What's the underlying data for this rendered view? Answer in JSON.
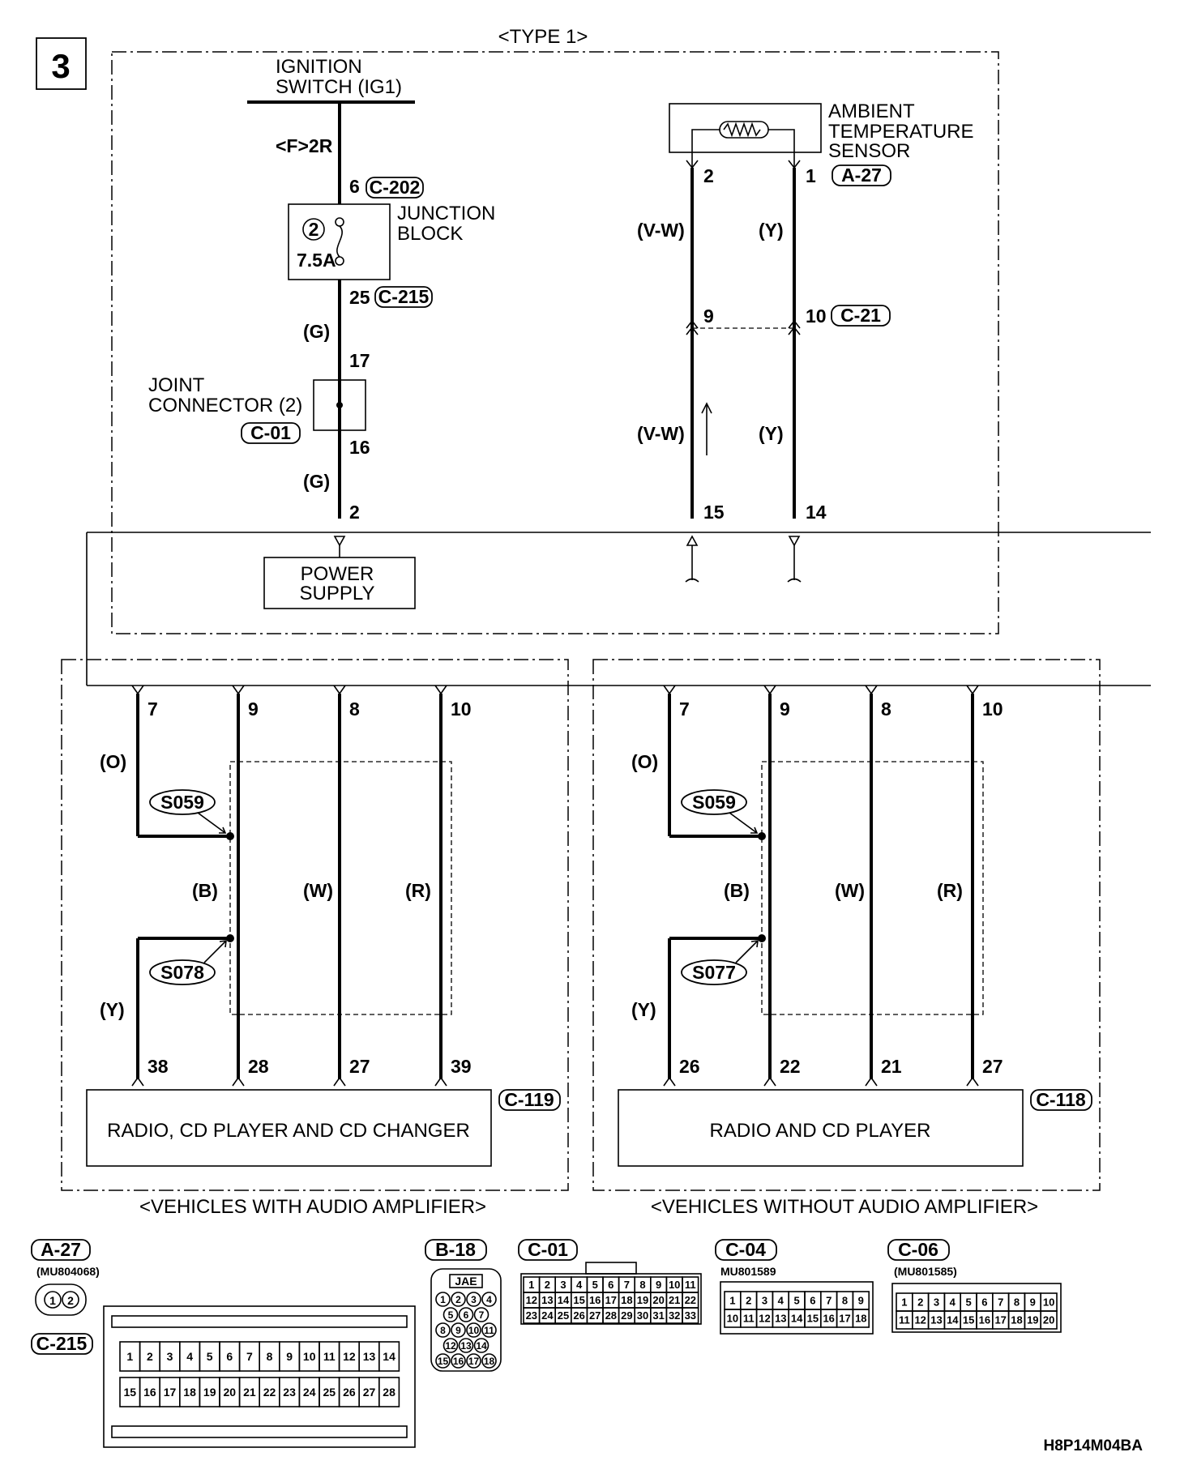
{
  "page_number": "3",
  "type_label": "<TYPE 1>",
  "ignition": {
    "line1": "IGNITION",
    "line2": "SWITCH (IG1)",
    "option": "<F>2R"
  },
  "junction_block": {
    "line1": "JUNCTION",
    "line2": "BLOCK",
    "fuse_no": "2",
    "fuse_rating": "7.5A",
    "pin_in": "6",
    "pin_in_conn": "C-202",
    "pin_out": "25",
    "pin_out_conn": "C-215"
  },
  "joint_connector": {
    "line1": "JOINT",
    "line2": "CONNECTOR (2)",
    "conn": "C-01",
    "pin_in": "17",
    "pin_out": "16"
  },
  "power_chain": {
    "wire_color": "(G)",
    "pin": "2"
  },
  "power_supply": {
    "line1": "POWER",
    "line2": "SUPPLY"
  },
  "ambient_sensor": {
    "line1": "AMBIENT",
    "line2": "TEMPERATURE",
    "line3": "SENSOR",
    "conn": "A-27",
    "pin_left": "2",
    "pin_right": "1",
    "color_left": "(V-W)",
    "color_right": "(Y)",
    "mid_conn": "C-21",
    "mid_pin_left": "9",
    "mid_pin_right": "10",
    "bottom_pin_left": "15",
    "bottom_pin_right": "14"
  },
  "with_amp": {
    "caption": "<VEHICLES WITH AUDIO AMPLIFIER>",
    "unit": "RADIO, CD PLAYER AND CD CHANGER",
    "conn": "C-119",
    "top_pins": [
      "7",
      "9",
      "8",
      "10"
    ],
    "bottom_pins": [
      "38",
      "28",
      "27",
      "39"
    ],
    "colors": {
      "o": "(O)",
      "b": "(B)",
      "w": "(W)",
      "r": "(R)",
      "y": "(Y)"
    },
    "splice_top": "S059",
    "splice_bottom": "S078"
  },
  "without_amp": {
    "caption": "<VEHICLES WITHOUT AUDIO AMPLIFIER>",
    "unit": "RADIO AND CD PLAYER",
    "conn": "C-118",
    "top_pins": [
      "7",
      "9",
      "8",
      "10"
    ],
    "bottom_pins": [
      "26",
      "22",
      "21",
      "27"
    ],
    "colors": {
      "o": "(O)",
      "b": "(B)",
      "w": "(W)",
      "r": "(R)",
      "y": "(Y)"
    },
    "splice_top": "S059",
    "splice_bottom": "S077"
  },
  "connectors": {
    "a27": {
      "label": "A-27",
      "part": "(MU804068)",
      "pins": [
        "1",
        "2"
      ]
    },
    "c215": {
      "label": "C-215",
      "pins_row1": [
        "1",
        "2",
        "3",
        "4",
        "5",
        "6",
        "7",
        "8",
        "9",
        "10",
        "11",
        "12",
        "13",
        "14"
      ],
      "pins_row2": [
        "15",
        "16",
        "17",
        "18",
        "19",
        "20",
        "21",
        "22",
        "23",
        "24",
        "25",
        "26",
        "27",
        "28"
      ]
    },
    "b18": {
      "label": "B-18",
      "brand": "JAE",
      "pins": [
        "1",
        "2",
        "3",
        "4",
        "5",
        "6",
        "7",
        "8",
        "9",
        "10",
        "11",
        "12",
        "13",
        "14",
        "15",
        "16",
        "17",
        "18"
      ]
    },
    "c01": {
      "label": "C-01",
      "pins": [
        "1",
        "2",
        "3",
        "4",
        "5",
        "6",
        "7",
        "8",
        "9",
        "10",
        "11",
        "12",
        "13",
        "14",
        "15",
        "16",
        "17",
        "18",
        "19",
        "20",
        "21",
        "22",
        "23",
        "24",
        "25",
        "26",
        "27",
        "28",
        "29",
        "30",
        "31",
        "32",
        "33"
      ]
    },
    "c04": {
      "label": "C-04",
      "part": "MU801589",
      "pins": [
        "1",
        "2",
        "3",
        "4",
        "5",
        "6",
        "7",
        "8",
        "9",
        "10",
        "11",
        "12",
        "13",
        "14",
        "15",
        "16",
        "17",
        "18"
      ]
    },
    "c06": {
      "label": "C-06",
      "part": "(MU801585)",
      "pins": [
        "1",
        "2",
        "3",
        "4",
        "5",
        "6",
        "7",
        "8",
        "9",
        "10",
        "11",
        "12",
        "13",
        "14",
        "15",
        "16",
        "17",
        "18",
        "19",
        "20"
      ]
    }
  },
  "figure_code": "H8P14M04BA"
}
